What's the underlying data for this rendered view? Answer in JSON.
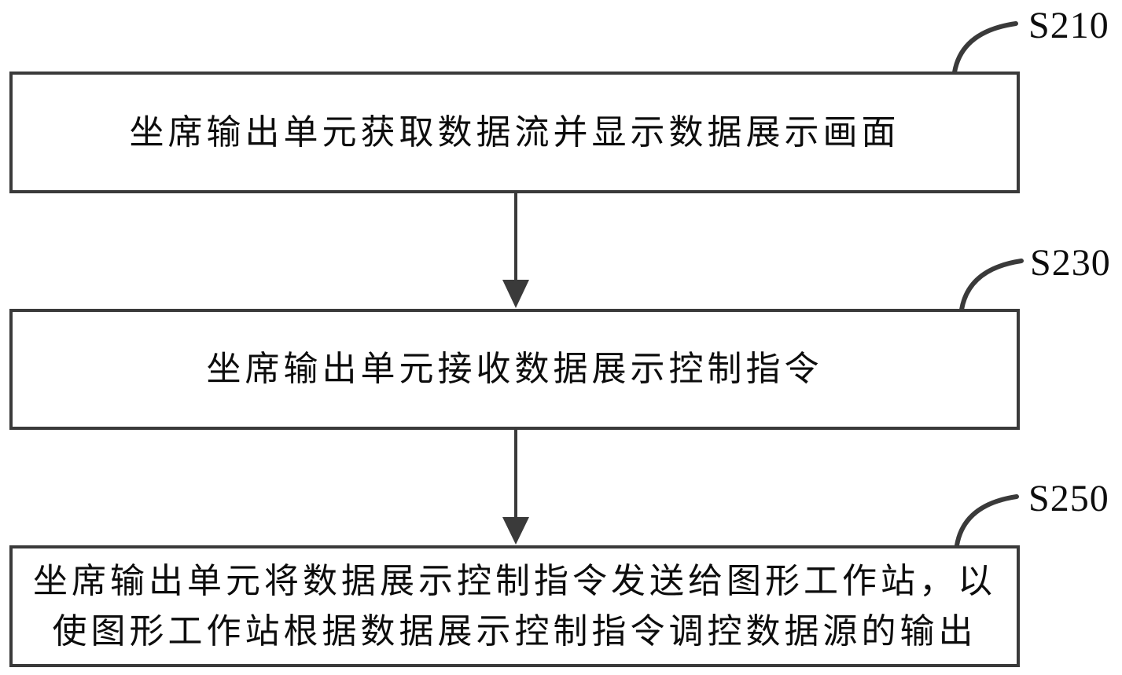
{
  "figure": {
    "type": "flowchart",
    "background_color": "#ffffff",
    "line_color": "#3a3a3a",
    "text_color": "#0d0d0d",
    "steps": [
      {
        "id": "S210",
        "lines": [
          "坐席输出单元获取数据流并显示数据展示画面"
        ]
      },
      {
        "id": "S230",
        "lines": [
          "坐席输出单元接收数据展示控制指令"
        ]
      },
      {
        "id": "S250",
        "lines": [
          "坐席输出单元将数据展示控制指令发送给图形工作站，以",
          "使图形工作站根据数据展示控制指令调控数据源的输出"
        ]
      }
    ],
    "connectors": [
      {
        "from": "S210",
        "to": "S230",
        "type": "arrow-down"
      },
      {
        "from": "S230",
        "to": "S250",
        "type": "arrow-down"
      }
    ]
  }
}
